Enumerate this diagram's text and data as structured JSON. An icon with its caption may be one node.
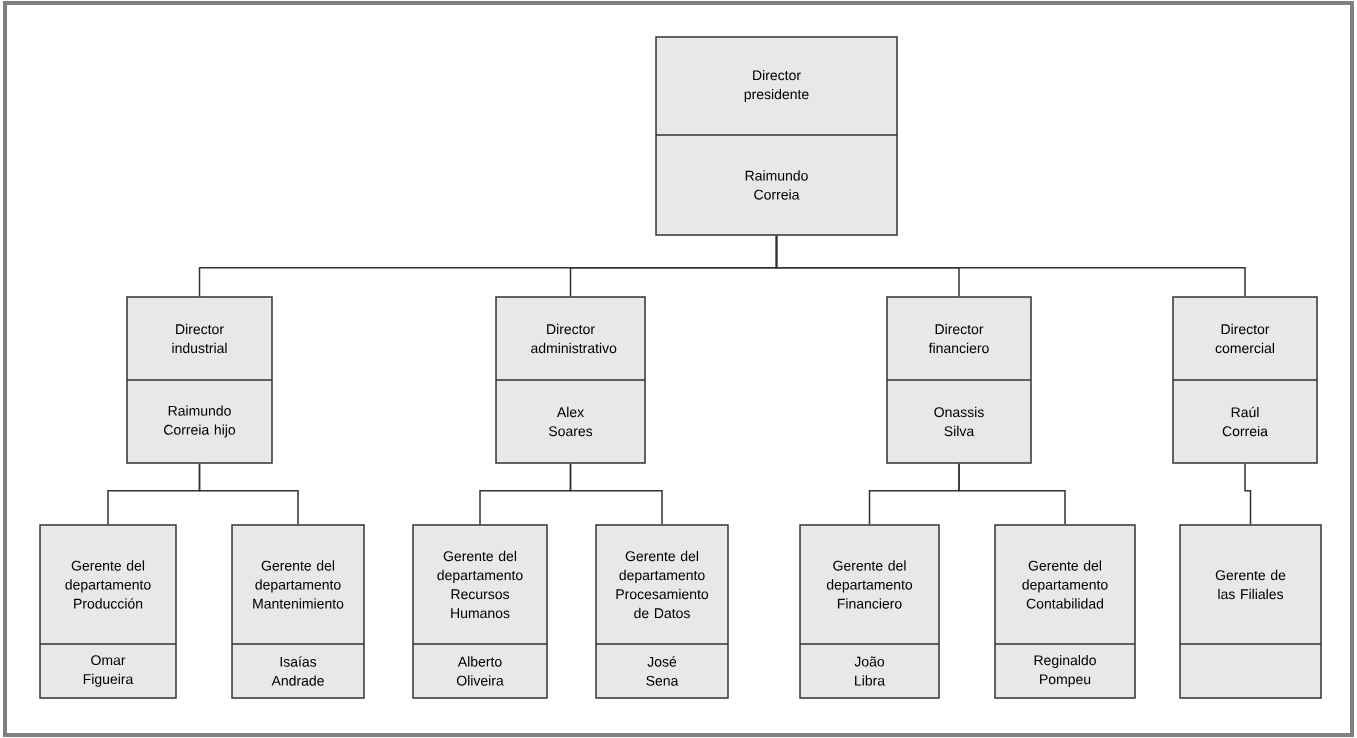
{
  "diagram": {
    "nodes": [
      {
        "text": [
          "Director presidente",
          "Raimundo Correia"
        ]
      },
      {
        "text": [
          "Director industrial",
          "Raimundo Correia hijo"
        ]
      },
      {
        "text": [
          "Director administrativo",
          "Alex Soares"
        ]
      },
      {
        "text": [
          "Director financiero",
          "Onassis Silva"
        ]
      },
      {
        "text": [
          "Director comercial",
          "Raúl Correia"
        ]
      },
      {
        "text": [
          "Gerente del departamento Producción",
          "Omar Figueira"
        ]
      },
      {
        "text": [
          "Gerente del departamento Mantenimiento",
          "Isaías Andrade"
        ]
      },
      {
        "text": [
          "Gerente del departamento Recursos Humanos",
          "Alberto Oliveira"
        ]
      },
      {
        "text": [
          "Gerente del departamento Procesamiento de Datos",
          "José Sena"
        ]
      },
      {
        "text": [
          "Gerente del departamento Financiero",
          "João Libra"
        ]
      },
      {
        "text": [
          "Gerente del departamento Contabilidad",
          "Reginaldo Pompeu"
        ]
      },
      {
        "text": [
          "Gerente de las Filiales"
        ]
      }
    ],
    "edges": [
      {
        "from": 0,
        "to": 1,
        "arrow": "none"
      },
      {
        "from": 0,
        "to": 2,
        "arrow": "none"
      },
      {
        "from": 0,
        "to": 3,
        "arrow": "none"
      },
      {
        "from": 0,
        "to": 4,
        "arrow": "none"
      },
      {
        "from": 1,
        "to": 5,
        "arrow": "none"
      },
      {
        "from": 1,
        "to": 6,
        "arrow": "none"
      },
      {
        "from": 2,
        "to": 7,
        "arrow": "none"
      },
      {
        "from": 2,
        "to": 8,
        "arrow": "none"
      },
      {
        "from": 3,
        "to": 9,
        "arrow": "none"
      },
      {
        "from": 3,
        "to": 10,
        "arrow": "none"
      },
      {
        "from": 4,
        "to": 11,
        "arrow": "none"
      }
    ]
  }
}
